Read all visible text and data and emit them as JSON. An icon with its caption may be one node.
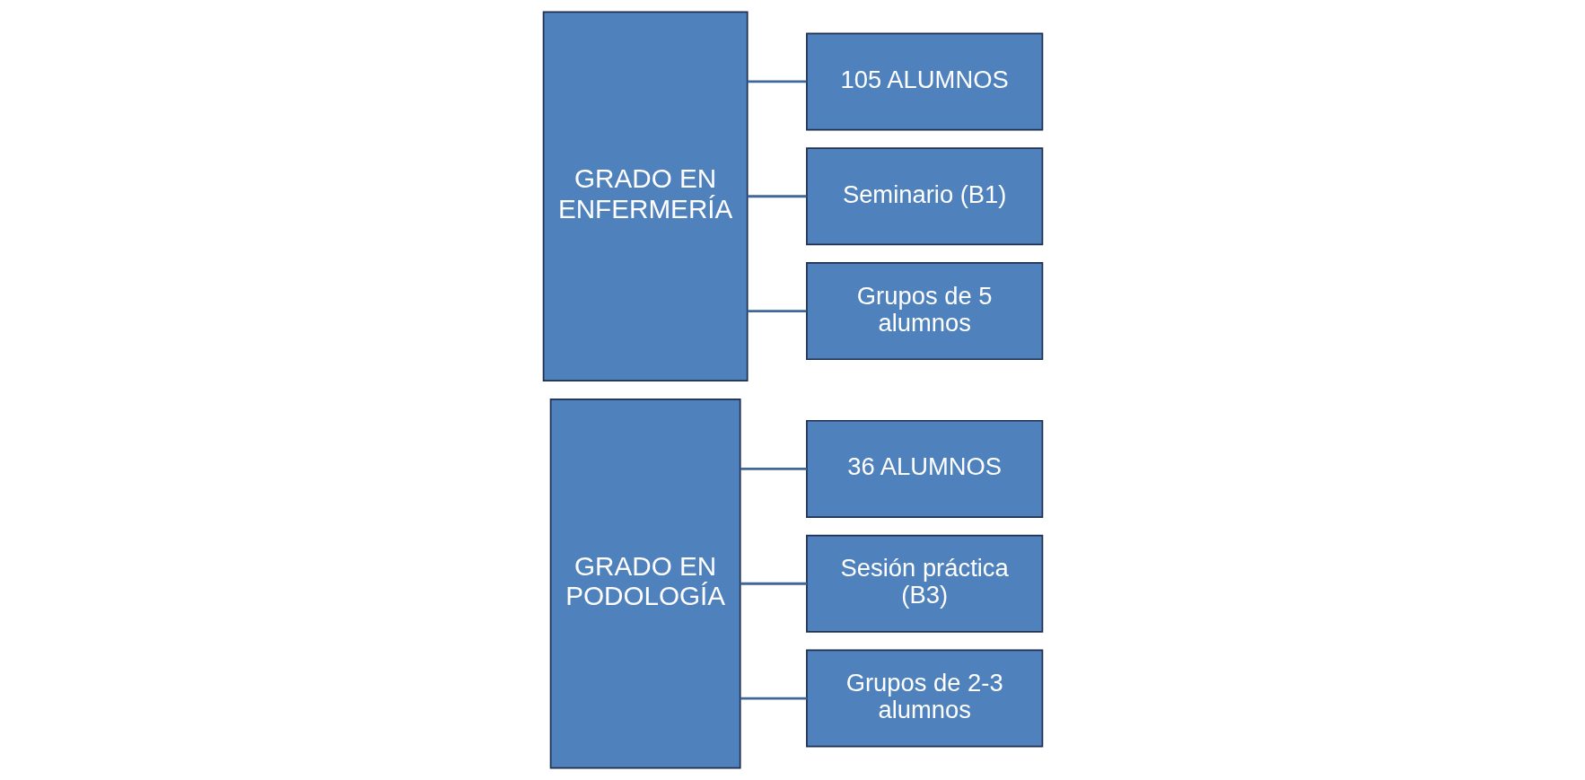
{
  "diagram": {
    "nodes": [
      {
        "text": [
          "GRADO EN PODOLOGÍA"
        ]
      },
      {
        "text": [
          "36 ALUMNOS"
        ]
      },
      {
        "text": [
          "Sesión práctica (B3)"
        ]
      },
      {
        "text": [
          "Grupos de 2-3 alumnos"
        ]
      },
      {
        "text": [
          "GRADO EN ENFERMERÍA"
        ]
      },
      {
        "text": [
          "105 ALUMNOS"
        ]
      },
      {
        "text": [
          "Seminario (B1)"
        ]
      },
      {
        "text": [
          "Grupos de 5 alumnos"
        ]
      }
    ],
    "edges": [
      {
        "from": 0,
        "to": 1,
        "arrow": "none"
      },
      {
        "from": 0,
        "to": 2,
        "arrow": "none"
      },
      {
        "from": 0,
        "to": 3,
        "arrow": "none"
      },
      {
        "from": 4,
        "to": 5,
        "arrow": "none"
      },
      {
        "from": 4,
        "to": 6,
        "arrow": "none"
      },
      {
        "from": 4,
        "to": 7,
        "arrow": "none"
      }
    ]
  }
}
